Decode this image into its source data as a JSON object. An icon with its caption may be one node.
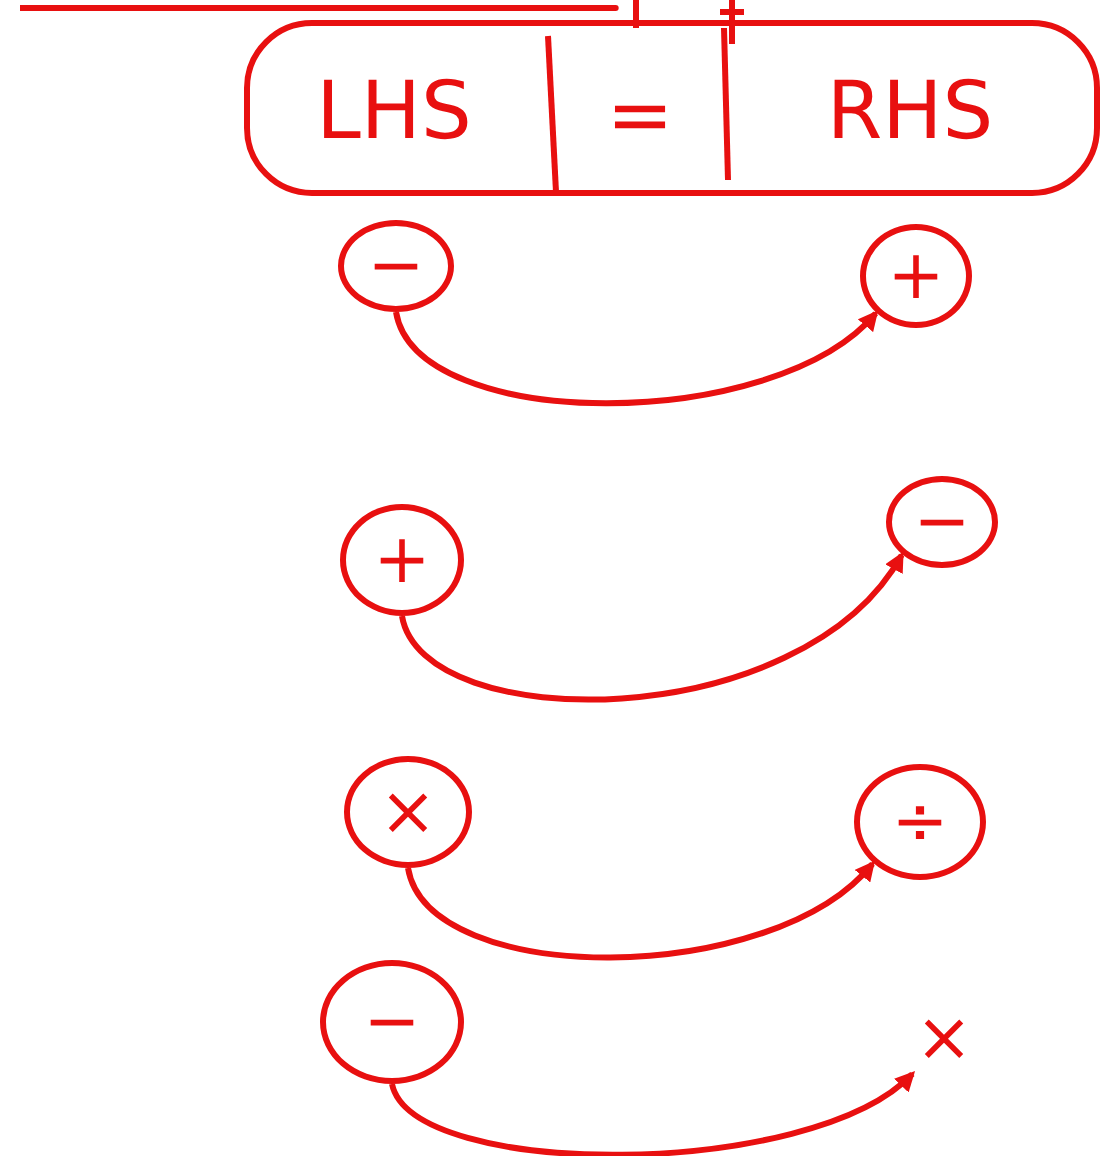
{
  "diagram": {
    "nodes": [
      {
        "text": [],
        "shape": "box"
      },
      {
        "text": [
          "LHS"
        ],
        "in": 0
      },
      {
        "text": [
          "="
        ],
        "in": 0
      },
      {
        "text": [
          "RHS"
        ],
        "in": 0
      },
      {
        "text": [
          "−"
        ]
      },
      {
        "text": [
          "+"
        ]
      },
      {
        "text": [
          "+"
        ]
      },
      {
        "text": [
          "−"
        ]
      },
      {
        "text": [
          "×"
        ]
      },
      {
        "text": [
          "÷"
        ]
      },
      {
        "text": [
          "−"
        ]
      },
      {
        "text": [
          "×"
        ]
      }
    ],
    "edges": [
      {
        "from": 4,
        "to": 5,
        "arrow": "to"
      },
      {
        "from": 6,
        "to": 7,
        "arrow": "to"
      },
      {
        "from": 8,
        "to": 9,
        "arrow": "to"
      },
      {
        "from": 10,
        "to": 11,
        "arrow": "to"
      }
    ]
  }
}
